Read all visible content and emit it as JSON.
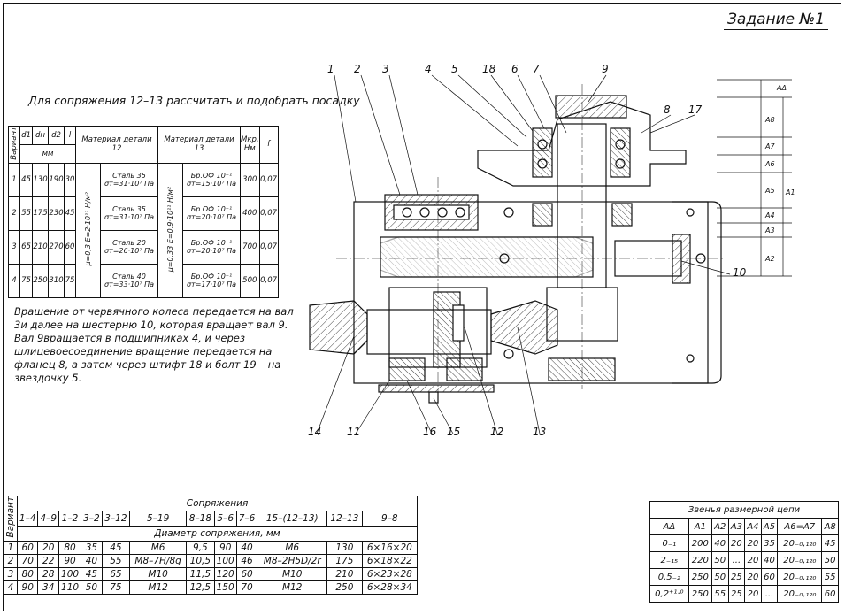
{
  "title": "Задание №1",
  "task_text": "Для сопряжения 12–13 рассчитать и подобрать посадку",
  "description": "Вращение от червячного колеса передается на вал 3и далее на шестерню 10, которая вращает вал 9. Вал 9вращается в подшипниках 4, и через шлицевоесоединение вращение передается на фланец 8, а затем через штифт 18 и болт 19 – на звездочку 5.",
  "material_table": {
    "headers": {
      "variant": "Вариант",
      "d1": "d1",
      "dn": "dн",
      "d2": "d2",
      "l": "l",
      "unit": "мм",
      "mat12": "Материал детали 12",
      "mat13": "Материал детали 13",
      "mkr": "Mкр, Нм",
      "f": "f"
    },
    "mu12": "μ=0,3",
    "e12": "E=2·10¹¹ Н/м²",
    "mu13": "μ=0,33",
    "e13": "E=0,9·10¹¹ Н/м²",
    "rows": [
      {
        "v": "1",
        "d1": "45",
        "dn": "130",
        "d2": "190",
        "l": "30",
        "m12a": "Сталь 35",
        "m12b": "σт=31·10⁷ Па",
        "m13a": "Бр.ОФ 10⁻¹",
        "m13b": "σт=15·10⁷ Па",
        "mkr": "300",
        "f": "0,07"
      },
      {
        "v": "2",
        "d1": "55",
        "dn": "175",
        "d2": "230",
        "l": "45",
        "m12a": "Сталь 35",
        "m12b": "σт=31·10⁷ Па",
        "m13a": "Бр.ОФ 10⁻¹",
        "m13b": "σт=20·10⁷ Па",
        "mkr": "400",
        "f": "0,07"
      },
      {
        "v": "3",
        "d1": "65",
        "dn": "210",
        "d2": "270",
        "l": "60",
        "m12a": "Сталь 20",
        "m12b": "σт=26·10⁷ Па",
        "m13a": "Бр.ОФ 10⁻¹",
        "m13b": "σт=20·10⁷ Па",
        "mkr": "700",
        "f": "0,07"
      },
      {
        "v": "4",
        "d1": "75",
        "dn": "250",
        "d2": "310",
        "l": "75",
        "m12a": "Сталь 40",
        "m12b": "σт=33·10⁷ Па",
        "m13a": "Бр.ОФ 10⁻¹",
        "m13b": "σт=17·10⁷ Па",
        "mkr": "500",
        "f": "0,07"
      }
    ]
  },
  "fits_table": {
    "variant": "Вариант",
    "header": "Сопряжения",
    "subheader": "Диаметр сопряжения, мм",
    "columns": [
      "1–4",
      "4–9",
      "1–2",
      "3–2",
      "3–12",
      "5–19",
      "8–18",
      "5–6",
      "7–6",
      "15–(12–13)",
      "12–13",
      "9–8"
    ],
    "rows": [
      {
        "v": "1",
        "cells": [
          "60",
          "20",
          "80",
          "35",
          "45",
          "M6",
          "9,5",
          "90",
          "40",
          "M6",
          "130",
          "6×16×20"
        ]
      },
      {
        "v": "2",
        "cells": [
          "70",
          "22",
          "90",
          "40",
          "55",
          "M8–7H/8g",
          "10,5",
          "100",
          "46",
          "M8–2H5D/2r",
          "175",
          "6×18×22"
        ]
      },
      {
        "v": "3",
        "cells": [
          "80",
          "28",
          "100",
          "45",
          "65",
          "M10",
          "11,5",
          "120",
          "60",
          "M10",
          "210",
          "6×23×28"
        ]
      },
      {
        "v": "4",
        "cells": [
          "90",
          "34",
          "110",
          "50",
          "75",
          "M12",
          "12,5",
          "150",
          "70",
          "M12",
          "250",
          "6×28×34"
        ]
      }
    ]
  },
  "chain_table": {
    "header": "Звенья размерной цепи",
    "columns": [
      "AΔ",
      "A1",
      "A2",
      "A3",
      "A4",
      "A5",
      "A6=A7",
      "A8"
    ],
    "rows": [
      [
        "0₋₁",
        "200",
        "40",
        "20",
        "20",
        "35",
        "20₋₀,₁₂₀",
        "45"
      ],
      [
        "2₋₁₅",
        "220",
        "50",
        "...",
        "20",
        "40",
        "20₋₀,₁₂₀",
        "50"
      ],
      [
        "0,5₋₂",
        "250",
        "50",
        "25",
        "20",
        "60",
        "20₋₀,₁₂₀",
        "55"
      ],
      [
        "0,2⁺¹·⁰",
        "250",
        "55",
        "25",
        "20",
        "...",
        "20₋₀,₁₂₀",
        "60"
      ]
    ]
  },
  "drawing_labels": {
    "top": [
      "1",
      "2",
      "3",
      "4",
      "5",
      "18",
      "6",
      "7",
      "9",
      "8",
      "17"
    ],
    "right": [
      "10"
    ],
    "bottom": [
      "14",
      "11",
      "16",
      "15",
      "12",
      "13"
    ],
    "dims": [
      "A8",
      "A7",
      "A6",
      "A5",
      "A4",
      "A3",
      "A2",
      "A1",
      "AΔ"
    ]
  }
}
